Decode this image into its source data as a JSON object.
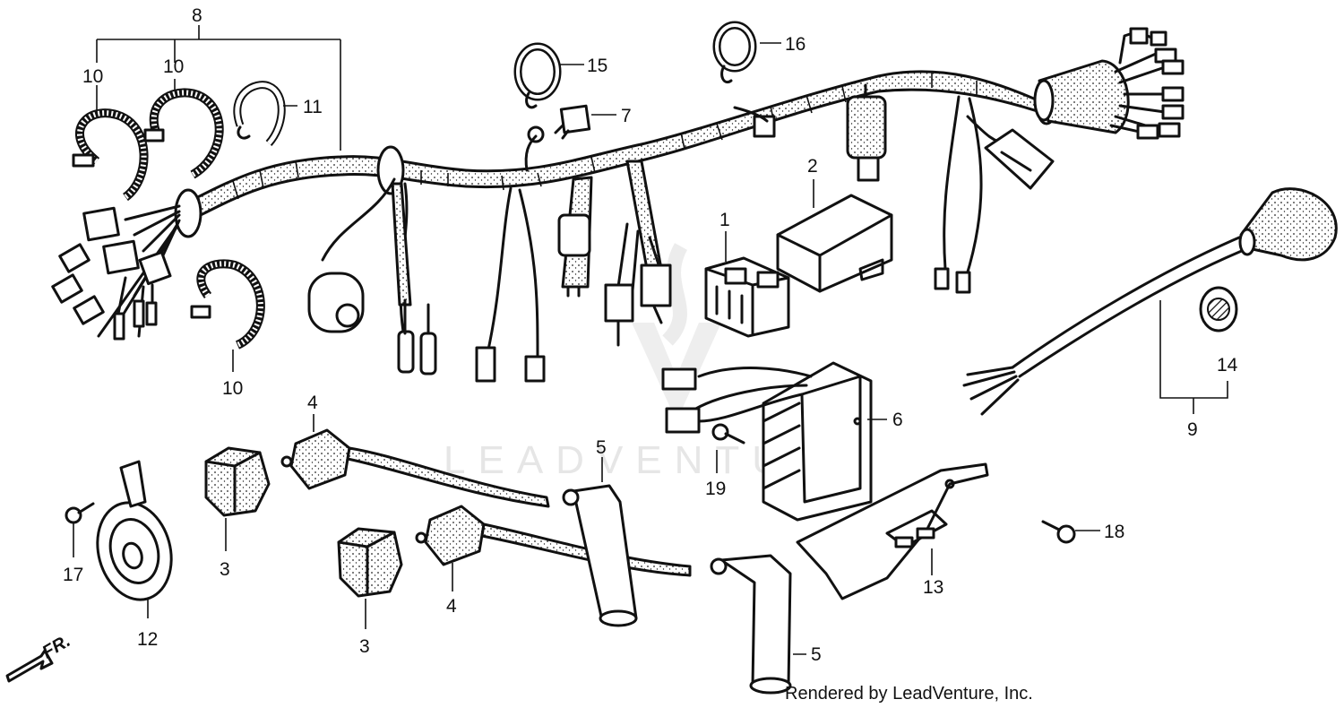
{
  "diagram": {
    "callouts": [
      {
        "id": "c1",
        "text": "1"
      },
      {
        "id": "c2",
        "text": "2"
      },
      {
        "id": "c3a",
        "text": "3"
      },
      {
        "id": "c3b",
        "text": "3"
      },
      {
        "id": "c4a",
        "text": "4"
      },
      {
        "id": "c4b",
        "text": "4"
      },
      {
        "id": "c5a",
        "text": "5"
      },
      {
        "id": "c5b",
        "text": "5"
      },
      {
        "id": "c6",
        "text": "6"
      },
      {
        "id": "c7",
        "text": "7"
      },
      {
        "id": "c8",
        "text": "8"
      },
      {
        "id": "c9",
        "text": "9"
      },
      {
        "id": "c10a",
        "text": "10"
      },
      {
        "id": "c10b",
        "text": "10"
      },
      {
        "id": "c10c",
        "text": "10"
      },
      {
        "id": "c11",
        "text": "11"
      },
      {
        "id": "c12",
        "text": "12"
      },
      {
        "id": "c13",
        "text": "13"
      },
      {
        "id": "c14",
        "text": "14"
      },
      {
        "id": "c15",
        "text": "15"
      },
      {
        "id": "c16",
        "text": "16"
      },
      {
        "id": "c17",
        "text": "17"
      },
      {
        "id": "c18",
        "text": "18"
      },
      {
        "id": "c19",
        "text": "19"
      }
    ],
    "direction_label": "FR.",
    "watermark": "LEADVENTURE",
    "credit": "Rendered by LeadVenture, Inc."
  }
}
